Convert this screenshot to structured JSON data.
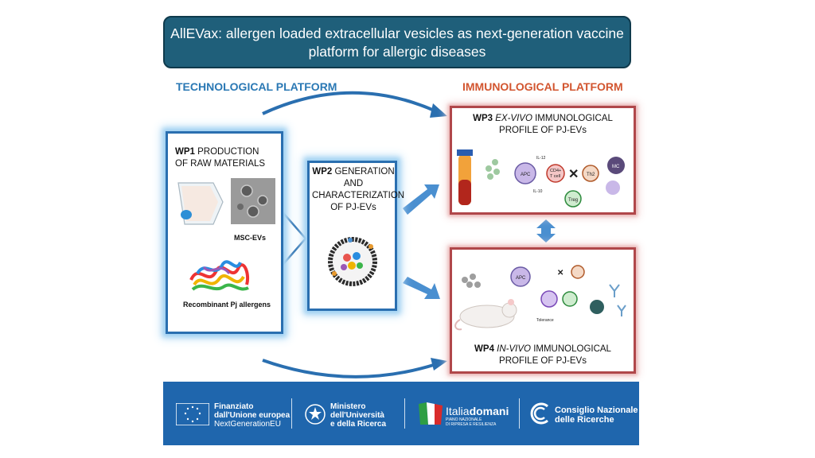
{
  "title": {
    "line1": "AllEVax: allergen loaded extracellular vesicles as next-generation vaccine",
    "line2": "platform for allergic diseases"
  },
  "platforms": {
    "technological": "TECHNOLOGICAL PLATFORM",
    "immunological": "IMMUNOLOGICAL PLATFORM"
  },
  "wp1": {
    "id": "WP1",
    "line1": "PRODUCTION",
    "line2": "OF RAW MATERIALS",
    "msc_label": "MSC-EVs",
    "allergen_label": "Recombinant Pj allergens"
  },
  "wp2": {
    "id": "WP2",
    "line1": "GENERATION",
    "line2": "AND",
    "line3": "CHARACTERIZATION",
    "line4": "OF PJ-EVs"
  },
  "wp3": {
    "id": "WP3",
    "italic": "EX-VIVO",
    "line1_rest": "IMMUNOLOGICAL",
    "line2": "PROFILE OF PJ-EVs",
    "cells": {
      "apc": "APC",
      "cd4": "CD4+",
      "tcell": "T cell",
      "th2": "Th2",
      "treg": "Treg",
      "mc": "MC",
      "il12": "IL-12",
      "il10": "IL-10"
    }
  },
  "wp4": {
    "id": "WP4",
    "italic": "IN-VIVO",
    "line1_rest": "IMMUNOLOGICAL",
    "line2": "PROFILE OF PJ-EVs",
    "cells": {
      "apc": "APC",
      "tolerance": "Tolerance"
    }
  },
  "footer": {
    "eu_line1": "Finanziato",
    "eu_line2": "dall'Unione europea",
    "eu_line3": "NextGenerationEU",
    "mur_line1": "Ministero",
    "mur_line2": "dell'Università",
    "mur_line3": "e della Ricerca",
    "italia_a": "Italia",
    "italia_b": "domani",
    "italia_sub1": "PIANO NAZIONALE",
    "italia_sub2": "DI RIPRESA E RESILIENZA",
    "cnr_line1": "Consiglio Nazionale",
    "cnr_line2": "delle Ricerche"
  },
  "colors": {
    "title_bg": "#1f5f7a",
    "tech_label": "#2a78b4",
    "imm_label": "#d2552f",
    "footer_bg": "#1f66ad"
  }
}
